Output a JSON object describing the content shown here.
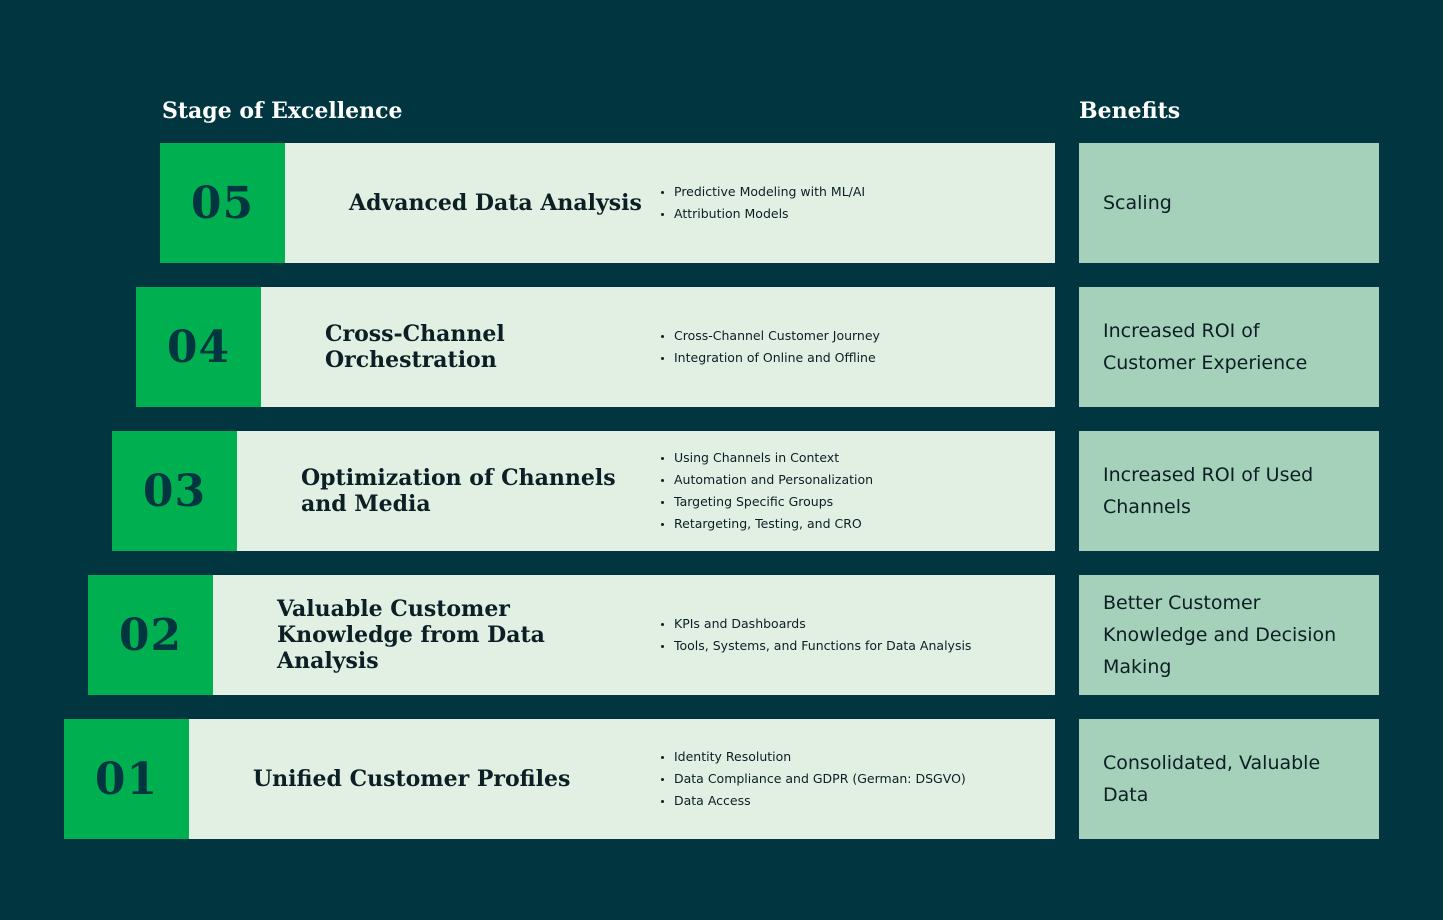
{
  "headers": {
    "stage": "Stage of Excellence",
    "benefits": "Benefits"
  },
  "stages": [
    {
      "number": "05",
      "title": "Advanced Data Analysis",
      "bullets": [
        "Predictive Modeling with ML/AI",
        "Attribution Models"
      ],
      "benefit": "Scaling"
    },
    {
      "number": "04",
      "title": "Cross-Channel Orchestration",
      "bullets": [
        "Cross-Channel Customer Journey",
        "Integration of Online and Offline"
      ],
      "benefit": "Increased ROI of Customer Experience"
    },
    {
      "number": "03",
      "title": "Optimization of Channels and Media",
      "bullets": [
        "Using Channels in Context",
        "Automation and Personalization",
        "Targeting Specific Groups",
        "Retargeting, Testing, and CRO"
      ],
      "benefit": "Increased ROI of Used Channels"
    },
    {
      "number": "02",
      "title": "Valuable Customer Knowledge from Data Analysis",
      "bullets": [
        "KPIs and Dashboards",
        "Tools, Systems, and Functions for Data Analysis"
      ],
      "benefit": "Better Customer Knowledge and Decision Making"
    },
    {
      "number": "01",
      "title": "Unified Customer Profiles",
      "bullets": [
        "Identity Resolution",
        "Data Compliance and GDPR (German: DSGVO)",
        "Data Access"
      ],
      "benefit": "Consolidated, Valuable Data"
    }
  ],
  "colors": {
    "background": "#013641",
    "number_block": "#00b050",
    "stage_body": "#e2f0e4",
    "benefit_block": "#a5d0b9",
    "text_dark": "#0b1f24"
  }
}
